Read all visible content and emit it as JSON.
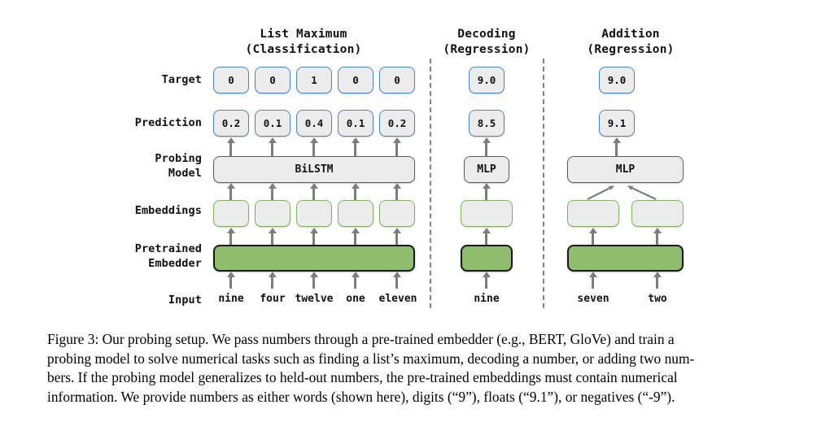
{
  "figure": {
    "columns": [
      {
        "id": "list-maximum",
        "title": "List Maximum",
        "subtitle": "(Classification)"
      },
      {
        "id": "decoding",
        "title": "Decoding",
        "subtitle": "(Regression)"
      },
      {
        "id": "addition",
        "title": "Addition",
        "subtitle": "(Regression)"
      }
    ],
    "row_labels": [
      {
        "id": "target",
        "text": "Target"
      },
      {
        "id": "prediction",
        "text": "Prediction"
      },
      {
        "id": "probing-model",
        "line1": "Probing",
        "line2": "Model"
      },
      {
        "id": "embeddings",
        "text": "Embeddings"
      },
      {
        "id": "pretrained-embedder",
        "line1": "Pretrained",
        "line2": "Embedder"
      },
      {
        "id": "input",
        "text": "Input"
      }
    ],
    "list_maximum": {
      "targets": [
        "0",
        "0",
        "1",
        "0",
        "0"
      ],
      "predictions": [
        "0.2",
        "0.1",
        "0.4",
        "0.1",
        "0.2"
      ],
      "probing_model": "BiLSTM",
      "embeddings": [
        "",
        "",
        "",
        "",
        ""
      ],
      "embedder": "",
      "inputs": [
        "nine",
        "four",
        "twelve",
        "one",
        "eleven"
      ]
    },
    "decoding": {
      "targets": [
        "9.0"
      ],
      "predictions": [
        "8.5"
      ],
      "probing_model": "MLP",
      "embeddings": [
        ""
      ],
      "embedder": "",
      "inputs": [
        "nine"
      ]
    },
    "addition": {
      "targets": [
        "9.0"
      ],
      "predictions": [
        "9.1"
      ],
      "probing_model": "MLP",
      "embeddings": [
        "",
        ""
      ],
      "embedder": "",
      "inputs": [
        "seven",
        "two"
      ]
    },
    "colors": {
      "box_fill": "#ececec",
      "blue_border": "#4a85cf",
      "green_border": "#7cb45f",
      "gray_border": "#5d5d5d",
      "green_fill": "#8fbc6d",
      "dark_border": "#1a1a1a",
      "arrow": "#7d7d7d",
      "divider": "#808080",
      "text": "#111111"
    }
  },
  "caption": {
    "lines": [
      "Figure 3: Our probing setup.  We pass numbers through a pre-trained embedder (e.g., BERT, GloVe) and train a",
      "probing model to solve numerical tasks such as finding a list’s maximum, decoding a number, or adding two num-",
      "bers.  If the probing model generalizes to held-out numbers, the pre-trained embeddings must contain numerical",
      "information. We provide numbers as either words (shown here), digits (“9”), floats (“9.1”), or negatives (“-9”)."
    ]
  }
}
